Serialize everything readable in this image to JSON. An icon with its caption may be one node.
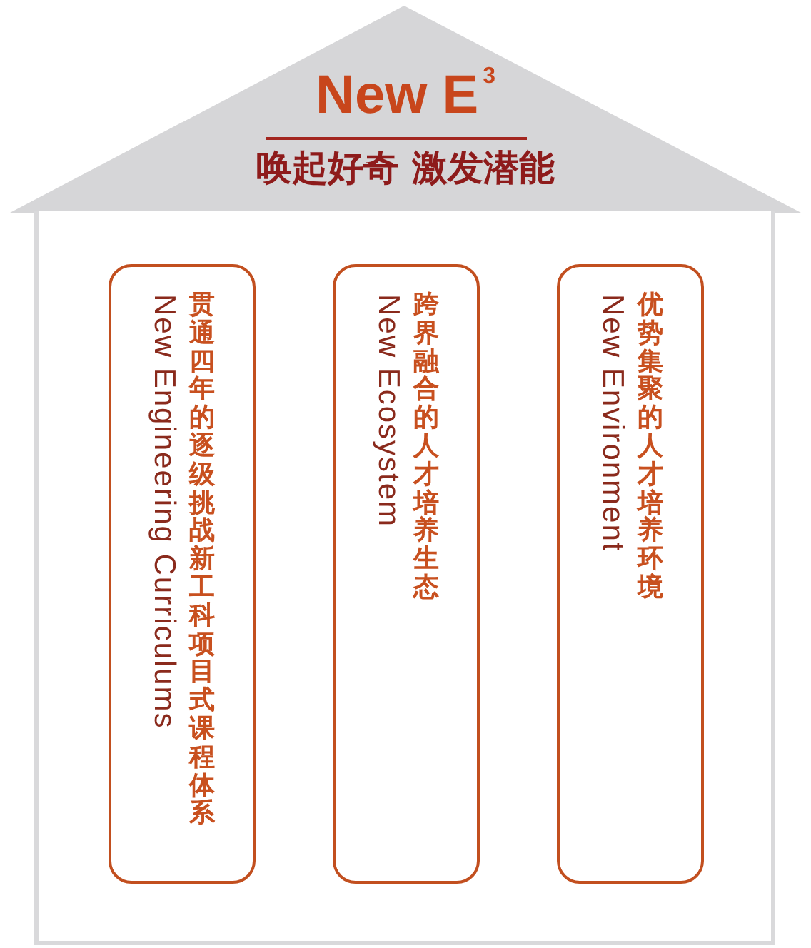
{
  "diagram": {
    "nodes": [
      {
        "text": [
          "New E$^{3}$",
          "唤起好奇 激发潜能"
        ]
      },
      {
        "text": [],
        "shape": "box"
      },
      {
        "text": [
          "贯通四年的逐级挑战新工科项目式课程体系",
          "New Engineering Curriculums"
        ],
        "in": 1
      },
      {
        "text": [
          "跨界融合的人才培养生态",
          "New Ecosystem"
        ],
        "in": 1
      },
      {
        "text": [
          "优势集聚的人才培养环境",
          "New Environment"
        ],
        "in": 1
      }
    ]
  }
}
